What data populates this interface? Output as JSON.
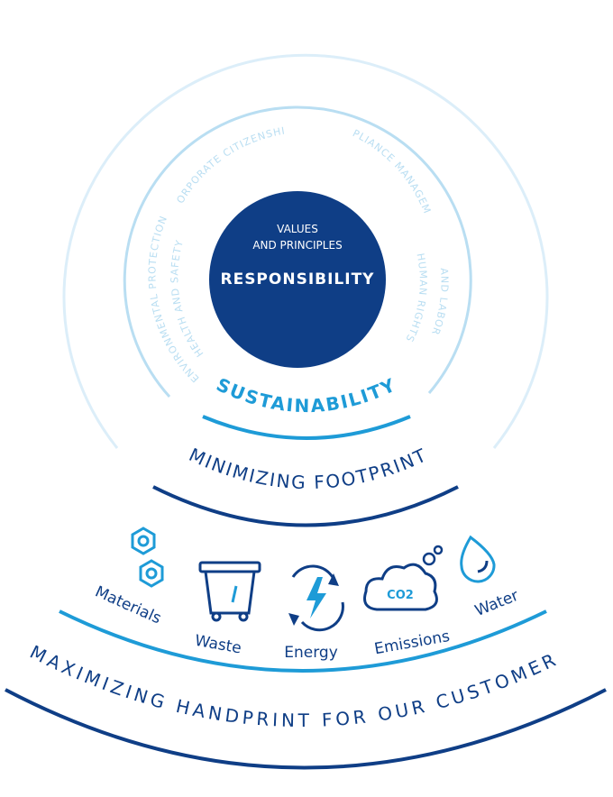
{
  "colors": {
    "navy": "#0f3e86",
    "blue": "#1e9bd7",
    "light_blue": "#b9def2",
    "lighter_blue": "#dceef9",
    "white": "#ffffff"
  },
  "core": {
    "line1": "VALUES",
    "line2": "AND PRINCIPLES",
    "title": "RESPONSIBILITY"
  },
  "inner_ring": {
    "corporate": "CORPORATE CITIZENSHIP",
    "compliance": "COMPLIANCE MANAGEMENT",
    "health": "HEALTH AND SAFETY",
    "environment": "ENVIRONMENTAL PROTECTION",
    "human_rights": "HUMAN RIGHTS",
    "labor": "AND LABOR"
  },
  "sustainability": "SUSTAINABILITY",
  "footprint": "MINIMIZING FOOTPRINT",
  "handprint": "MAXIMIZING HANDPRINT FOR OUR CUSTOMERS",
  "categories": [
    {
      "label": "Materials",
      "icon": "hex-nut-icon"
    },
    {
      "label": "Waste",
      "icon": "waste-bin-icon"
    },
    {
      "label": "Energy",
      "icon": "energy-bolt-icon"
    },
    {
      "label": "Emissions",
      "icon": "co2-cloud-icon"
    },
    {
      "label": "Water",
      "icon": "water-drop-icon"
    }
  ],
  "co2": "CO2"
}
